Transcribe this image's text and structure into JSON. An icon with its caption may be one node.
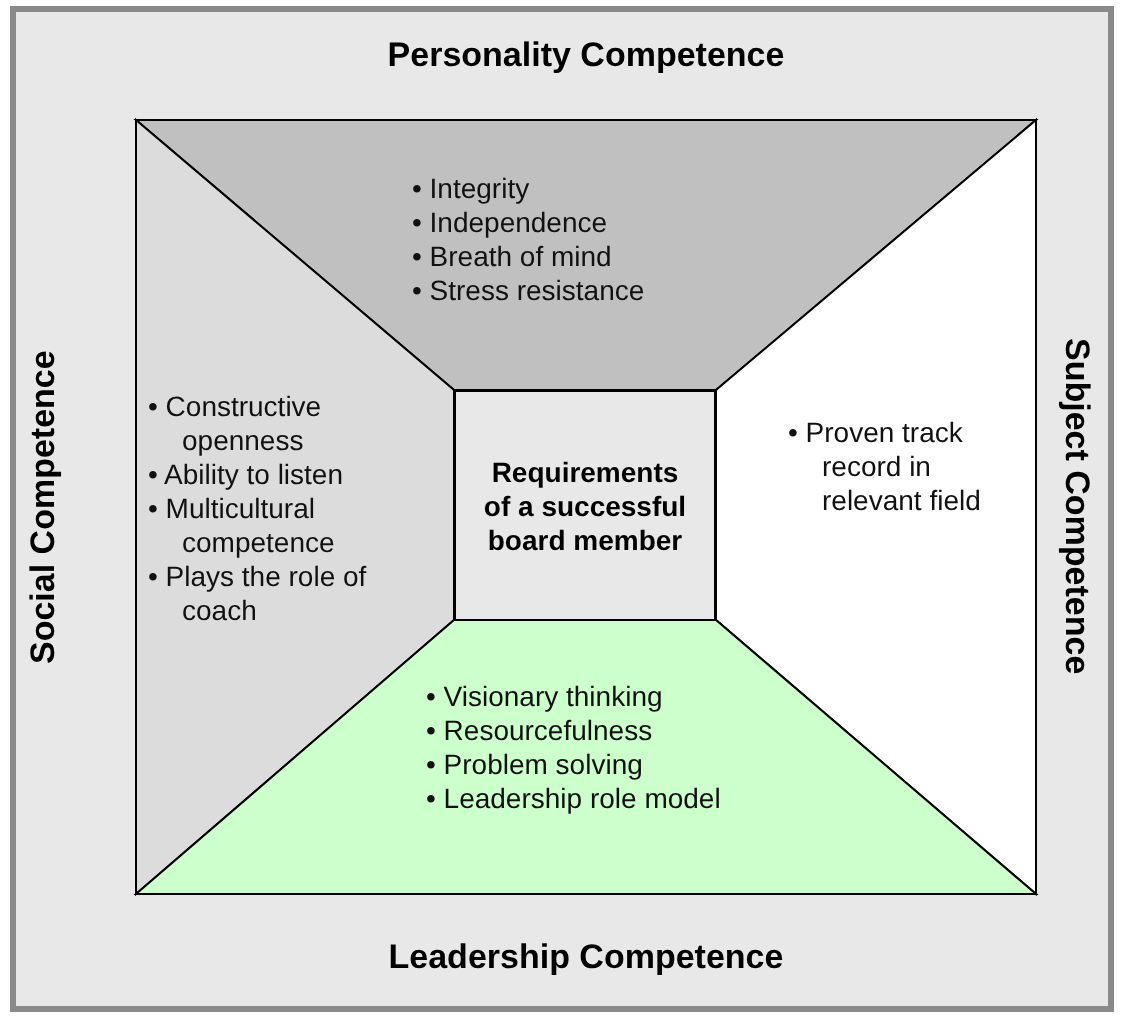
{
  "diagram": {
    "nodes": [
      {
        "text": [
          "Personality Competence",
          "• Integrity",
          "• Independence",
          "• Breath of mind",
          "• Stress resistance"
        ]
      },
      {
        "text": [
          "Social Competence",
          "• Constructive openness",
          "• Ability to listen",
          "• Multicultural competence",
          "• Plays the role of coach"
        ]
      },
      {
        "text": [
          "Requirements of a successful board member"
        ]
      },
      {
        "text": [
          "Subject Competence",
          "• Proven track record  in relevant field"
        ]
      },
      {
        "text": [
          "• Visionary thinking",
          "• Resourcefulness",
          "• Problem solving",
          "• Leadership role model",
          "Leadership Competence"
        ]
      }
    ]
  }
}
